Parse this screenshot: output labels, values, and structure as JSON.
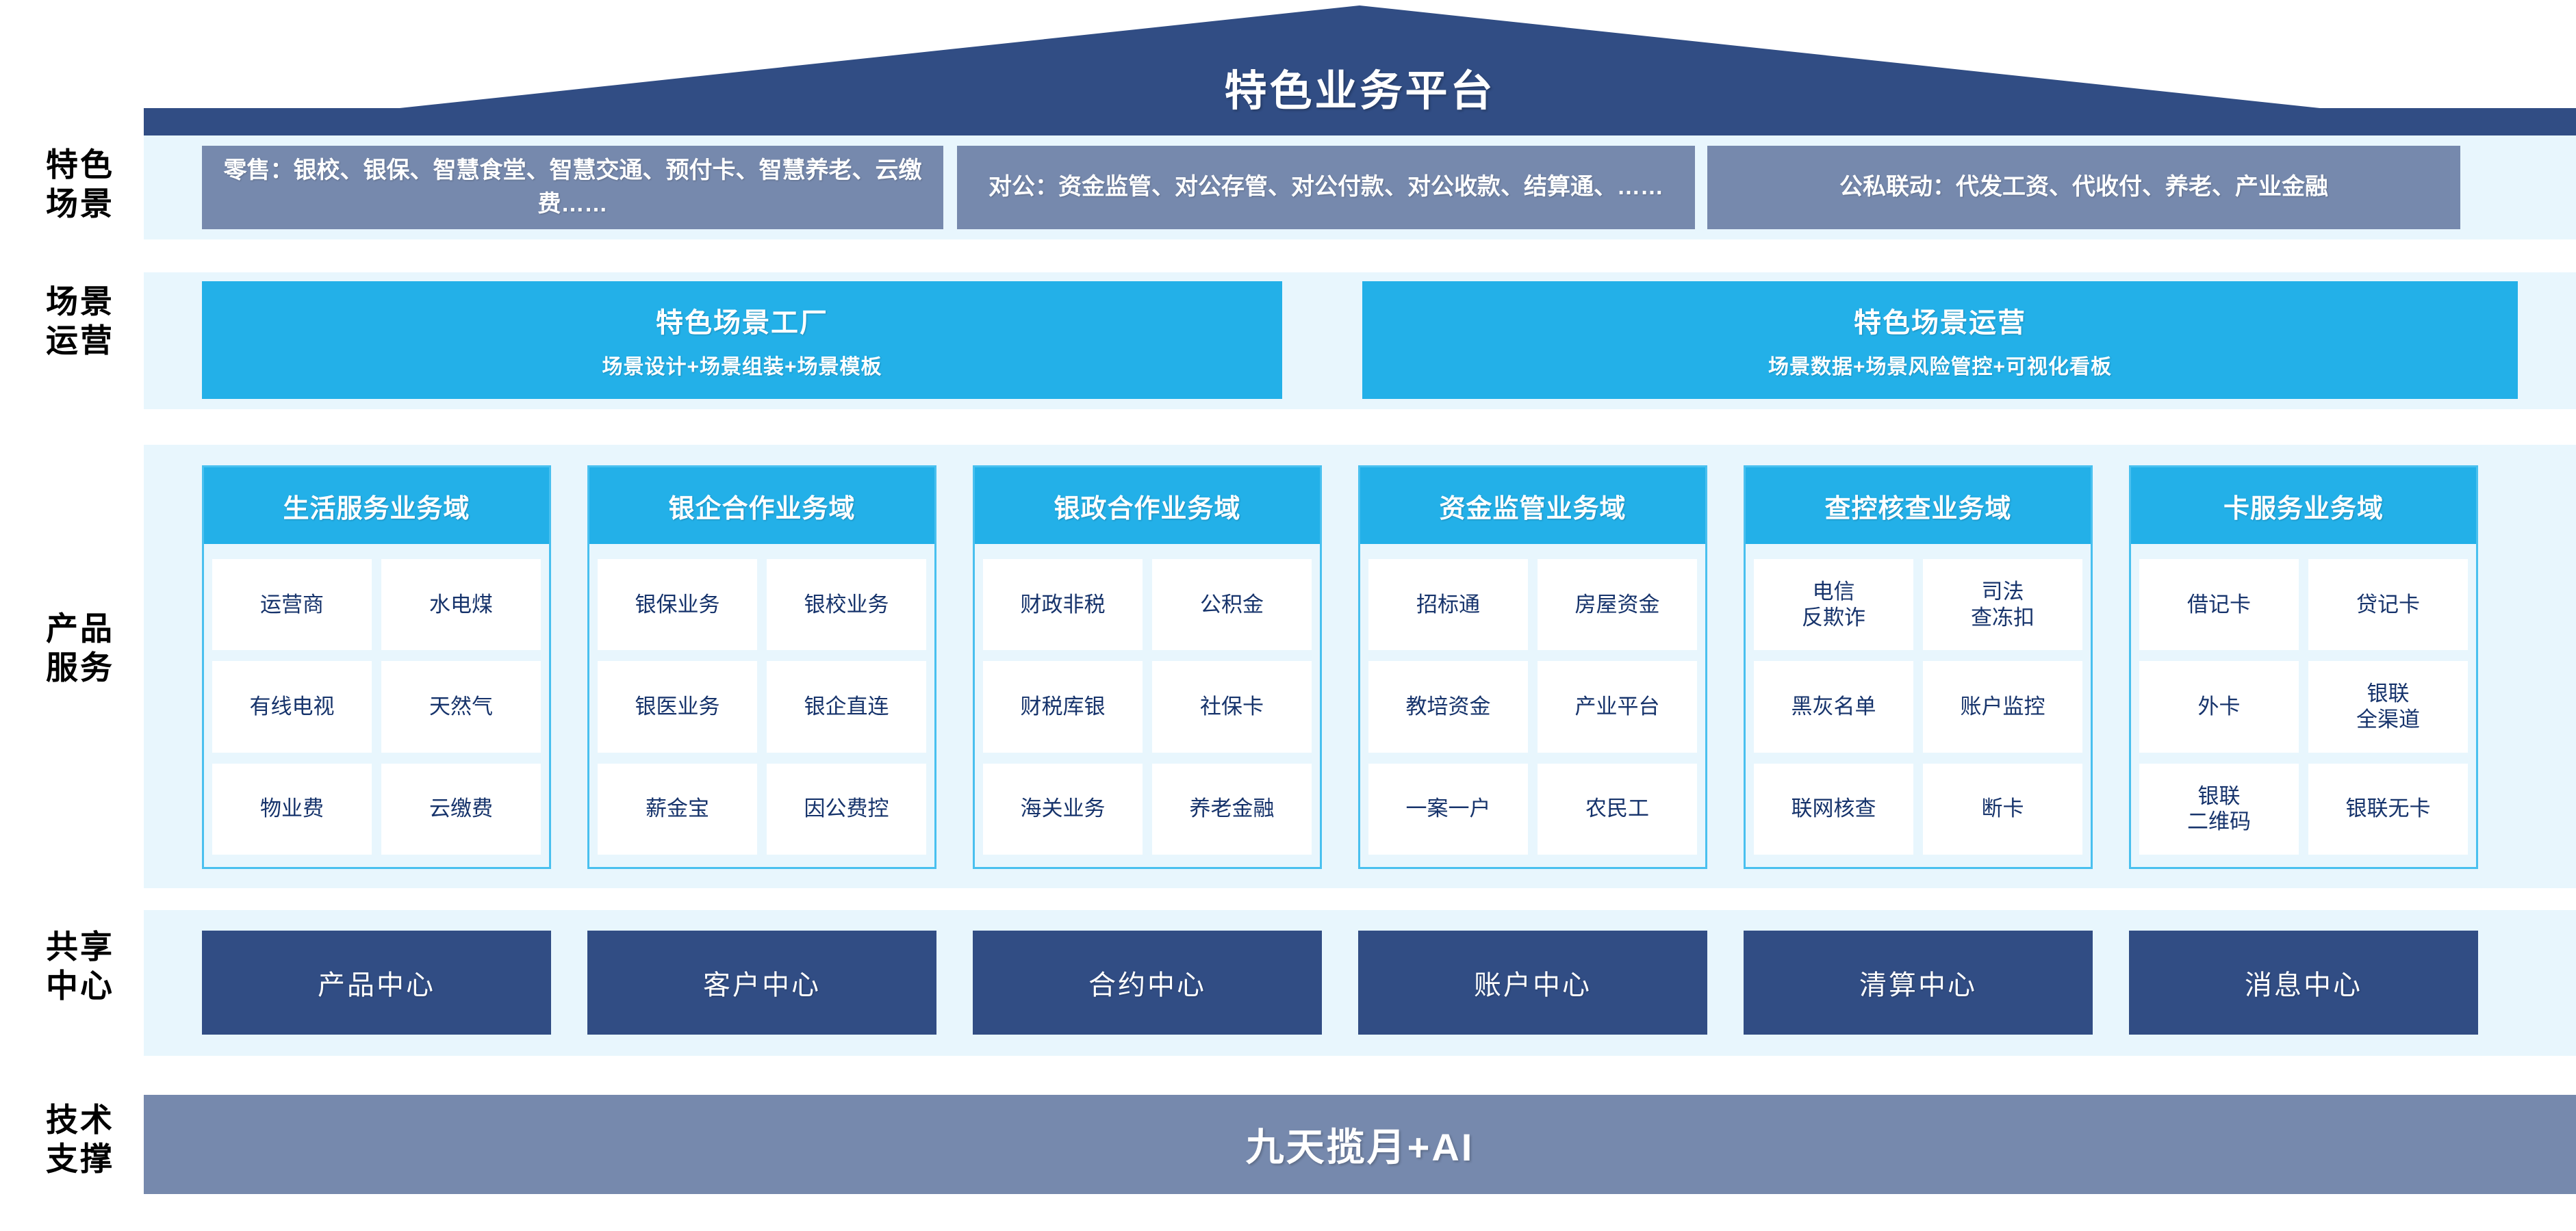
{
  "header": {
    "title": "特色业务平台",
    "roof_color": "#314d84"
  },
  "rails": [
    {
      "label": "特色\n场景"
    },
    {
      "label": "场景\n运营"
    },
    {
      "label": "产品\n服务"
    },
    {
      "label": "共享\n中心"
    },
    {
      "label": "技术\n支撑"
    }
  ],
  "scene_row": {
    "boxes": [
      {
        "text": "零售：银校、银保、智慧食堂、智慧交通、预付卡、智慧养老、云缴费……"
      },
      {
        "text": "对公：资金监管、对公存管、对公付款、对公收款、结算通、……"
      },
      {
        "text": "公私联动：代发工资、代收付、养老、产业金融"
      }
    ],
    "box_color": "#7689ad"
  },
  "ops_row": {
    "boxes": [
      {
        "title": "特色场景工厂",
        "sub": "场景设计+场景组装+场景模板"
      },
      {
        "title": "特色场景运营",
        "sub": "场景数据+场景风险管控+可视化看板"
      }
    ],
    "box_color": "#23b0e8"
  },
  "product_row": {
    "columns": [
      {
        "title": "生活服务业务域",
        "items": [
          "运营商",
          "水电煤",
          "有线电视",
          "天然气",
          "物业费",
          "云缴费"
        ]
      },
      {
        "title": "银企合作业务域",
        "items": [
          "银保业务",
          "银校业务",
          "银医业务",
          "银企直连",
          "薪金宝",
          "因公费控"
        ]
      },
      {
        "title": "银政合作业务域",
        "items": [
          "财政非税",
          "公积金",
          "财税库银",
          "社保卡",
          "海关业务",
          "养老金融"
        ]
      },
      {
        "title": "资金监管业务域",
        "items": [
          "招标通",
          "房屋资金",
          "教培资金",
          "产业平台",
          "一案一户",
          "农民工"
        ]
      },
      {
        "title": "查控核查业务域",
        "items": [
          "电信\n反欺诈",
          "司法\n查冻扣",
          "黑灰名单",
          "账户监控",
          "联网核查",
          "断卡"
        ]
      },
      {
        "title": "卡服务业务域",
        "items": [
          "借记卡",
          "贷记卡",
          "外卡",
          "银联\n全渠道",
          "银联\n二维码",
          "银联无卡"
        ]
      }
    ],
    "head_color": "#23b0e8",
    "border_color": "#49c0ef",
    "panel_color": "#e8f6fd",
    "cell_text_color": "#16336b"
  },
  "center_row": {
    "boxes": [
      "产品中心",
      "客户中心",
      "合约中心",
      "账户中心",
      "清算中心",
      "消息中心"
    ],
    "box_color": "#314d84"
  },
  "tech_row": {
    "label": "九天揽月+AI",
    "bar_color": "#7689ad"
  }
}
